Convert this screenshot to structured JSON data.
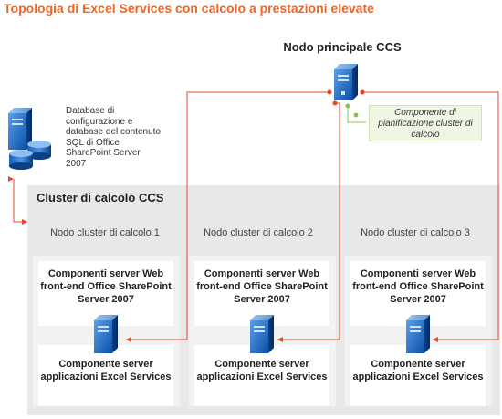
{
  "title": "Topologia di Excel Services con calcolo a prestazioni elevate",
  "main_node": {
    "label": "Nodo principale CCS"
  },
  "database": {
    "label": "Database di configurazione e database del contenuto SQL di Office SharePoint Server 2007"
  },
  "scheduler": {
    "label": "Componente di pianificazione cluster di calcolo"
  },
  "cluster": {
    "title": "Cluster di calcolo CCS",
    "nodes": [
      {
        "label": "Nodo cluster di calcolo 1",
        "web": "Componenti server Web front-end Office SharePoint Server 2007",
        "excel": "Componente server applicazioni Excel Services"
      },
      {
        "label": "Nodo cluster di calcolo 2",
        "web": "Componenti server Web front-end Office SharePoint Server 2007",
        "excel": "Componente server applicazioni Excel Services"
      },
      {
        "label": "Nodo cluster di calcolo 3",
        "web": "Componenti server Web front-end Office SharePoint Server 2007",
        "excel": "Componente server applicazioni Excel Services"
      }
    ]
  },
  "colors": {
    "title": "#f26522",
    "connector": "#e8462a",
    "scheduler_link": "#8cc152",
    "cluster_bg": "#e8e8e8"
  }
}
